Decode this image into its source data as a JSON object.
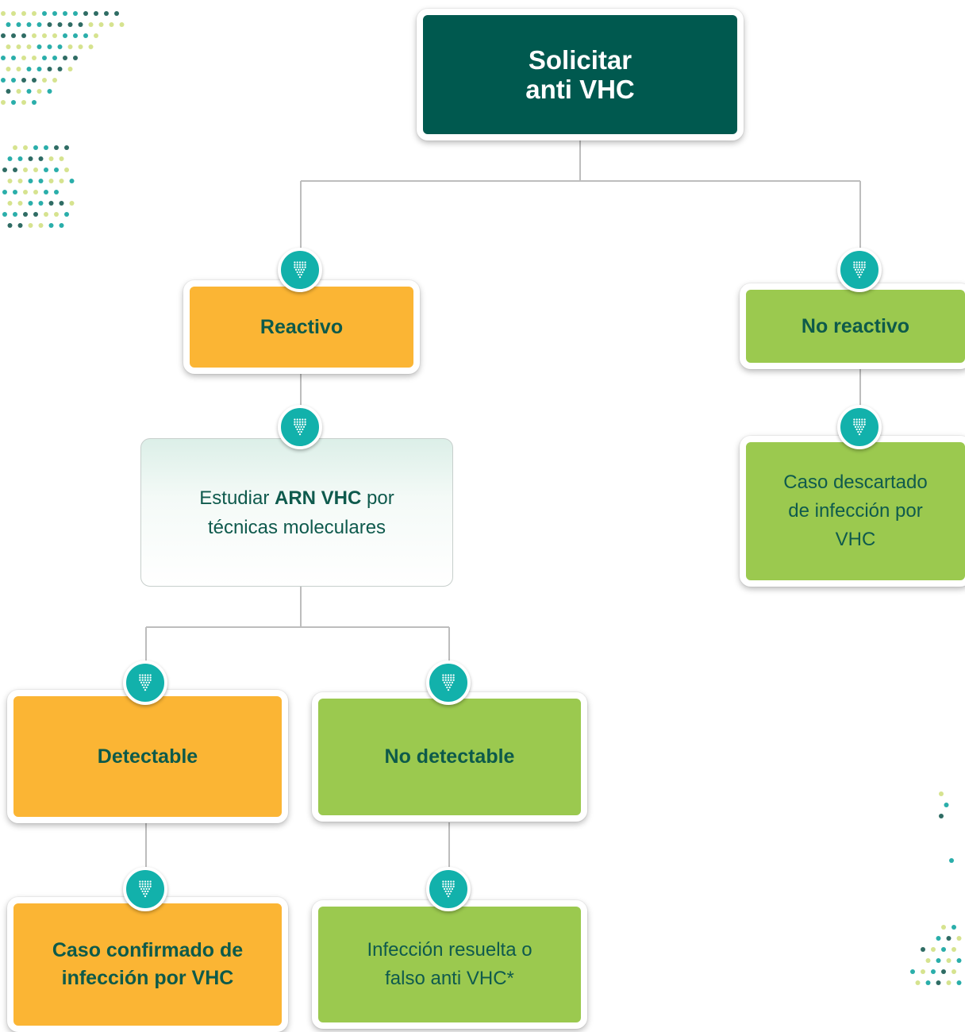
{
  "diagram": {
    "root": {
      "line1": "Solicitar",
      "line2": "anti VHC"
    },
    "reactive": {
      "label": "Reactivo"
    },
    "non_reactive": {
      "label": "No reactivo"
    },
    "study": {
      "pre": "Estudiar ",
      "bold": "ARN VHC",
      "post": " por",
      "line2": "técnicas moleculares"
    },
    "discarded": {
      "line1": "Caso descartado",
      "line2": "de infección por",
      "line3": "VHC"
    },
    "detectable": {
      "label": "Detectable"
    },
    "not_detectable": {
      "label": "No detectable"
    },
    "confirmed": {
      "line1": "Caso confirmado de",
      "line2": "infección por VHC"
    },
    "resolved": {
      "line1": "Infección resuelta o",
      "line2": "falso anti VHC*"
    }
  },
  "colors": {
    "dark_teal": "#00594f",
    "orange": "#fbb534",
    "green": "#9bc94f",
    "badge_teal": "#12b1ab",
    "connector": "#bdbdbd",
    "text_dark": "#0d5a4a"
  },
  "icons": {
    "badge": "dot-matrix-heart-icon",
    "decoration": "dot-pattern"
  }
}
